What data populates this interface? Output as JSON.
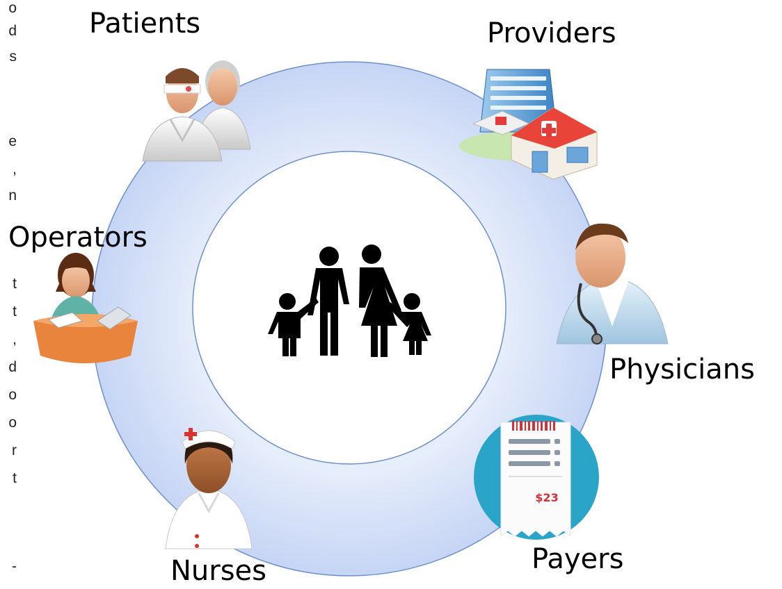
{
  "labels": {
    "patients": "Patients",
    "providers": "Providers",
    "operators": "Operators",
    "physicians": "Physicians",
    "nurses": "Nurses",
    "payers": "Payers"
  },
  "receipt": {
    "amount": "$23"
  },
  "edge_letters": [
    "o",
    "d",
    "s",
    "e",
    ",",
    "n",
    "t",
    "t",
    ",",
    "d",
    "o",
    "o",
    "r",
    "t",
    "-"
  ],
  "colors": {
    "ring_fill": "#ccdaf7",
    "ring_stroke": "#6d8fcb",
    "payer_circle": "#2aa4c9"
  }
}
